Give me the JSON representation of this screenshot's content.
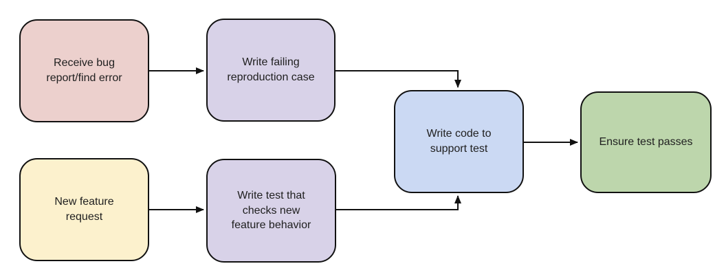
{
  "diagram": {
    "stroke_color": "#111111",
    "text_color": "#202020",
    "nodes": {
      "receive_bug": {
        "label": "Receive bug\nreport/find error",
        "fill": "#ecd0cd"
      },
      "write_failing_repro": {
        "label": "Write failing\nreproduction case",
        "fill": "#d8d2e8"
      },
      "new_feature": {
        "label": "New feature\nrequest",
        "fill": "#fcf1cd"
      },
      "write_test": {
        "label": "Write test that\nchecks new\nfeature behavior",
        "fill": "#d8d2e8"
      },
      "write_code": {
        "label": "Write code to\nsupport test",
        "fill": "#cbd9f3"
      },
      "ensure_pass": {
        "label": "Ensure test passes",
        "fill": "#bdd6ac"
      }
    },
    "edges": [
      {
        "from": "receive_bug",
        "to": "write_failing_repro"
      },
      {
        "from": "write_failing_repro",
        "to": "write_code"
      },
      {
        "from": "new_feature",
        "to": "write_test"
      },
      {
        "from": "write_test",
        "to": "write_code"
      },
      {
        "from": "write_code",
        "to": "ensure_pass"
      }
    ]
  }
}
